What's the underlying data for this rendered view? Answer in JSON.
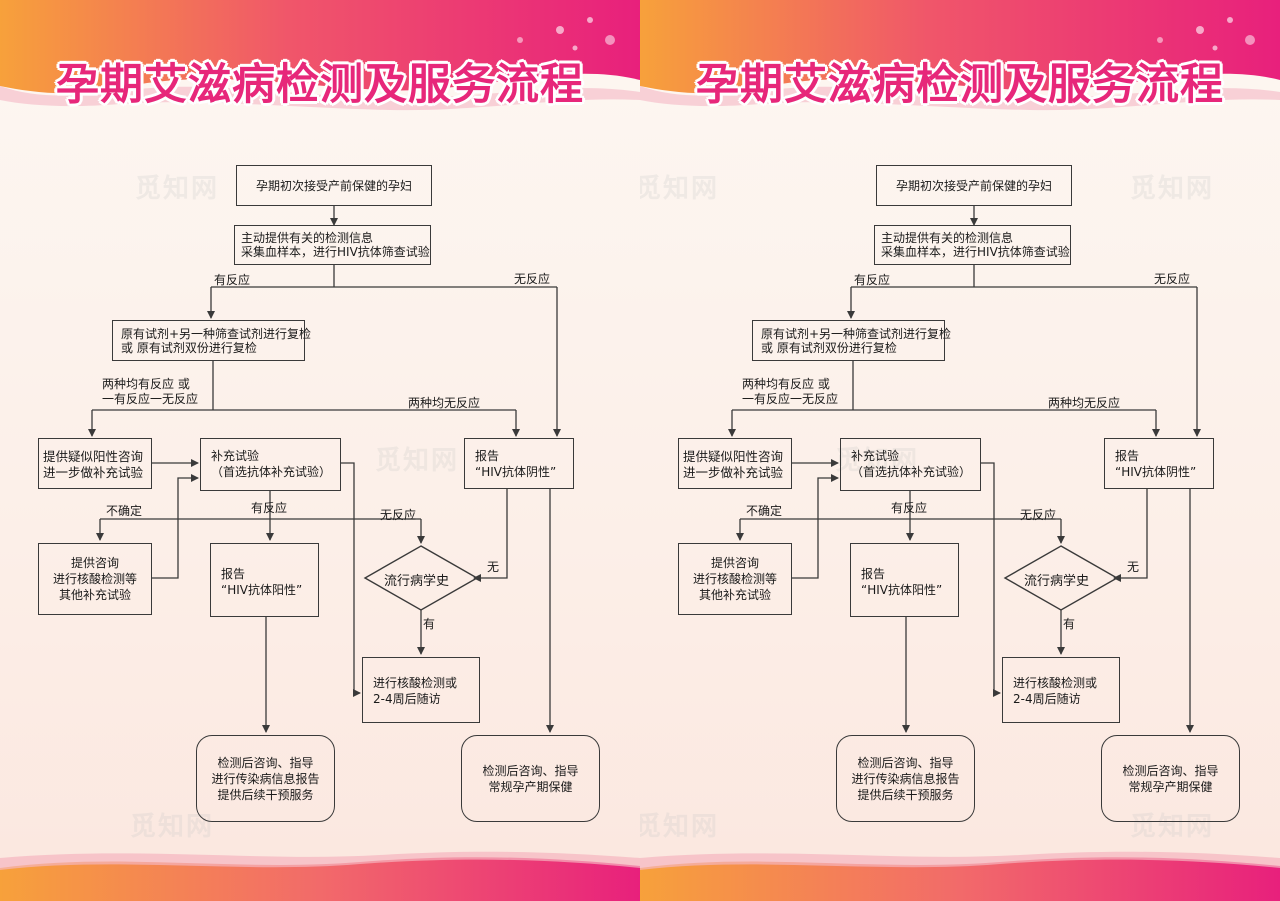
{
  "posters": [
    {
      "title": "孕期艾滋病检测及服务流程",
      "nodes": {
        "start": "孕期初次接受产前保健的孕妇",
        "screen": "主动提供有关的检测信息\n采集血样本，进行HIV抗体筛查试验",
        "recheck": "原有试剂+另一种筛查试剂进行复检\n或 原有试剂双份进行复检",
        "consult_suspect": "提供疑似阳性咨询\n进一步做补充试验",
        "supplement": "补充试验\n（首选抗体补充试验）",
        "report_negative": "报告\n“HIV抗体阴性”",
        "consult_nucleic": "提供咨询\n进行核酸检测等\n其他补充试验",
        "report_positive": "报告\n“HIV抗体阳性”",
        "epidemiology": "流行病学史",
        "nucleic_test": "进行核酸检测或\n2-4周后随访",
        "post_positive": "检测后咨询、指导\n进行传染病信息报告\n提供后续干预服务",
        "post_negative": "检测后咨询、指导\n常规孕产期保健"
      },
      "edge_labels": {
        "reactive": "有反应",
        "nonreactive": "无反应",
        "both_or_one": "两种均有反应 或\n一有反应一无反应",
        "both_none": "两种均无反应",
        "uncertain": "不确定",
        "supp_reactive": "有反应",
        "supp_nonreactive": "无反应",
        "none": "无",
        "has": "有"
      }
    },
    {
      "title": "孕期艾滋病检测及服务流程",
      "nodes": {
        "start": "孕期初次接受产前保健的孕妇",
        "screen": "主动提供有关的检测信息\n采集血样本，进行HIV抗体筛查试验",
        "recheck": "原有试剂+另一种筛查试剂进行复检\n或 原有试剂双份进行复检",
        "consult_suspect": "提供疑似阳性咨询\n进一步做补充试验",
        "supplement": "补充试验\n（首选抗体补充试验）",
        "report_negative": "报告\n“HIV抗体阴性”",
        "consult_nucleic": "提供咨询\n进行核酸检测等\n其他补充试验",
        "report_positive": "报告\n“HIV抗体阳性”",
        "epidemiology": "流行病学史",
        "nucleic_test": "进行核酸检测或\n2-4周后随访",
        "post_positive": "检测后咨询、指导\n进行传染病信息报告\n提供后续干预服务",
        "post_negative": "检测后咨询、指导\n常规孕产期保健"
      },
      "edge_labels": {
        "reactive": "有反应",
        "nonreactive": "无反应",
        "both_or_one": "两种均有反应 或\n一有反应一无反应",
        "both_none": "两种均无反应",
        "uncertain": "不确定",
        "supp_reactive": "有反应",
        "supp_nonreactive": "无反应",
        "none": "无",
        "has": "有"
      }
    }
  ],
  "watermark": "觅知网",
  "colors": {
    "title": "#e7277a",
    "header_pink": "#ea2e7e",
    "header_orange": "#f7a13b",
    "line": "#3a3a3a"
  }
}
